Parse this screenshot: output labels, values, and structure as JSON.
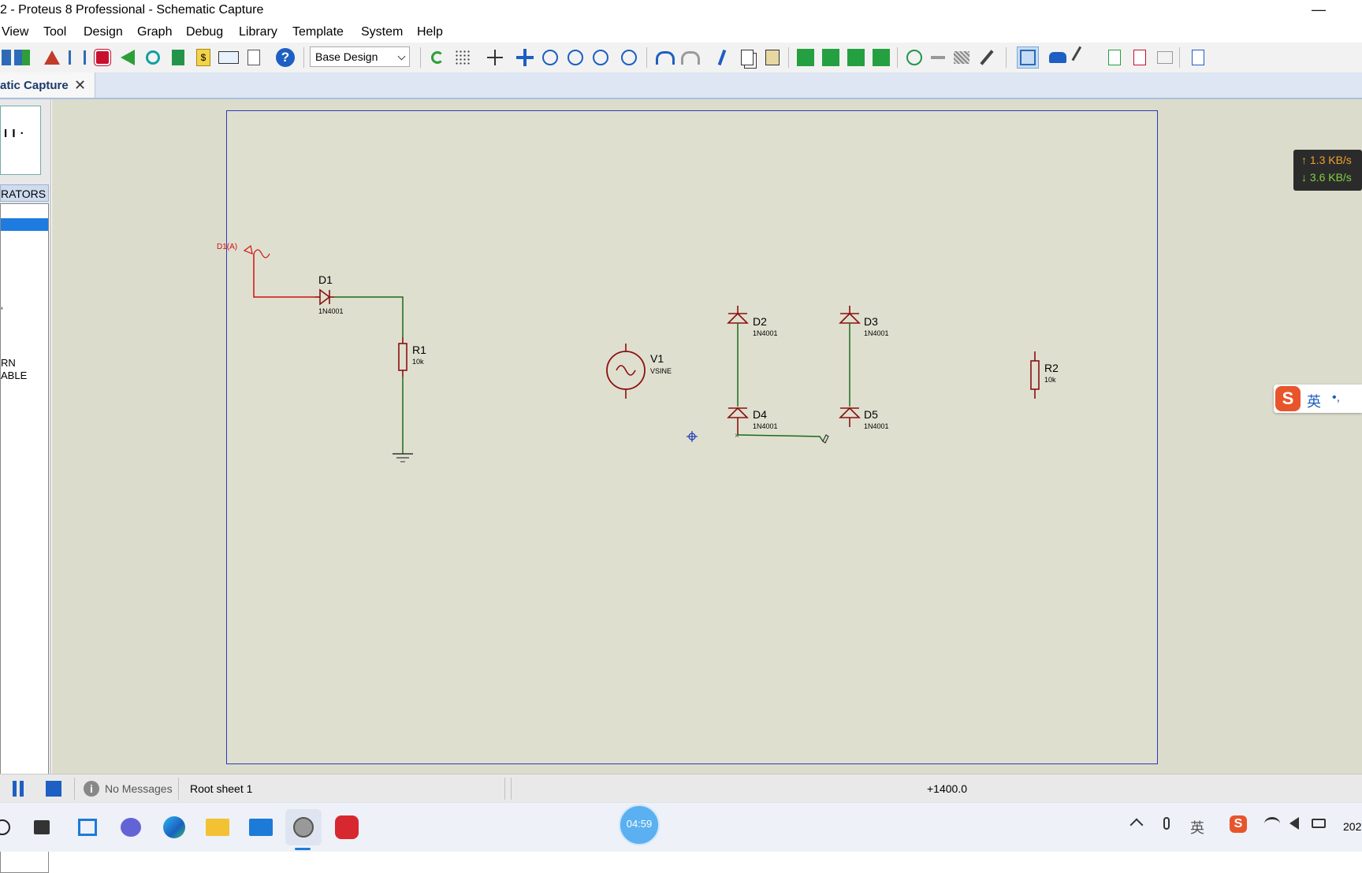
{
  "window": {
    "title": "2 - Proteus 8 Professional - Schematic Capture",
    "minimize_glyph": "—"
  },
  "menu": [
    "View",
    "Tool",
    "Design",
    "Graph",
    "Debug",
    "Library",
    "Template",
    "System",
    "Help"
  ],
  "toolbar": {
    "layer_select": "Base Design",
    "help_glyph": "?"
  },
  "tab": {
    "label": "atic Capture",
    "close_glyph": "✕"
  },
  "left_panel": {
    "overview_glyph": "I I ·",
    "generators_header": "RATORS",
    "items": [
      "ʻ",
      "RN",
      "ABLE"
    ]
  },
  "schematic": {
    "generator_label": "D1(A)",
    "components": [
      {
        "ref": "D1",
        "value": "1N4001"
      },
      {
        "ref": "R1",
        "value": "10k"
      },
      {
        "ref": "V1",
        "value": "VSINE"
      },
      {
        "ref": "D2",
        "value": "1N4001"
      },
      {
        "ref": "D3",
        "value": "1N4001"
      },
      {
        "ref": "D4",
        "value": "1N4001"
      },
      {
        "ref": "D5",
        "value": "1N4001"
      },
      {
        "ref": "R2",
        "value": "10k"
      }
    ]
  },
  "speed_widget": {
    "upload": "↑ 1.3 KB/s",
    "download": "↓ 3.6 KB/s"
  },
  "ime": {
    "lang": "英",
    "punct": "•,"
  },
  "status": {
    "messages": "No Messages",
    "sheet": "Root sheet 1",
    "coord": "+1400.0"
  },
  "taskbar": {
    "clock": "04:59",
    "tray_lang": "英",
    "date_partial": "202"
  },
  "colors": {
    "wire_green": "#1a6a1a",
    "wire_red": "#d01010",
    "component": "#8a1010",
    "sheet_border": "#2a3ab8"
  }
}
